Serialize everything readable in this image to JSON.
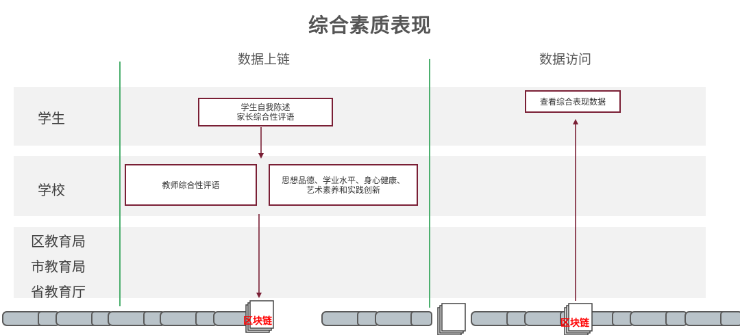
{
  "title": "综合素质表现",
  "headers": {
    "upload": "数据上链",
    "access": "数据访问"
  },
  "rows": {
    "student": "学生",
    "school": "学校",
    "district": "区教育局",
    "city": "市教育局",
    "province": "省教育厅"
  },
  "boxes": {
    "student_statement": {
      "line1": "学生自我陈述",
      "line2": "家长综合性评语"
    },
    "teacher_comment": "教师综合性评语",
    "dimensions": {
      "line1": "思想品德、学业水平、身心健康、",
      "line2": "艺术素养和实践创新"
    },
    "view_data": "查看综合表现数据"
  },
  "blockchain_labels": [
    "区块链",
    "区块链"
  ],
  "colors": {
    "box_border": "#7a1f35",
    "arrow": "#7a1f35",
    "divider": "#4caf6e",
    "band": "#f2f2f2",
    "chain_fill": "#b9c3c9",
    "label_red": "#ff0000"
  }
}
